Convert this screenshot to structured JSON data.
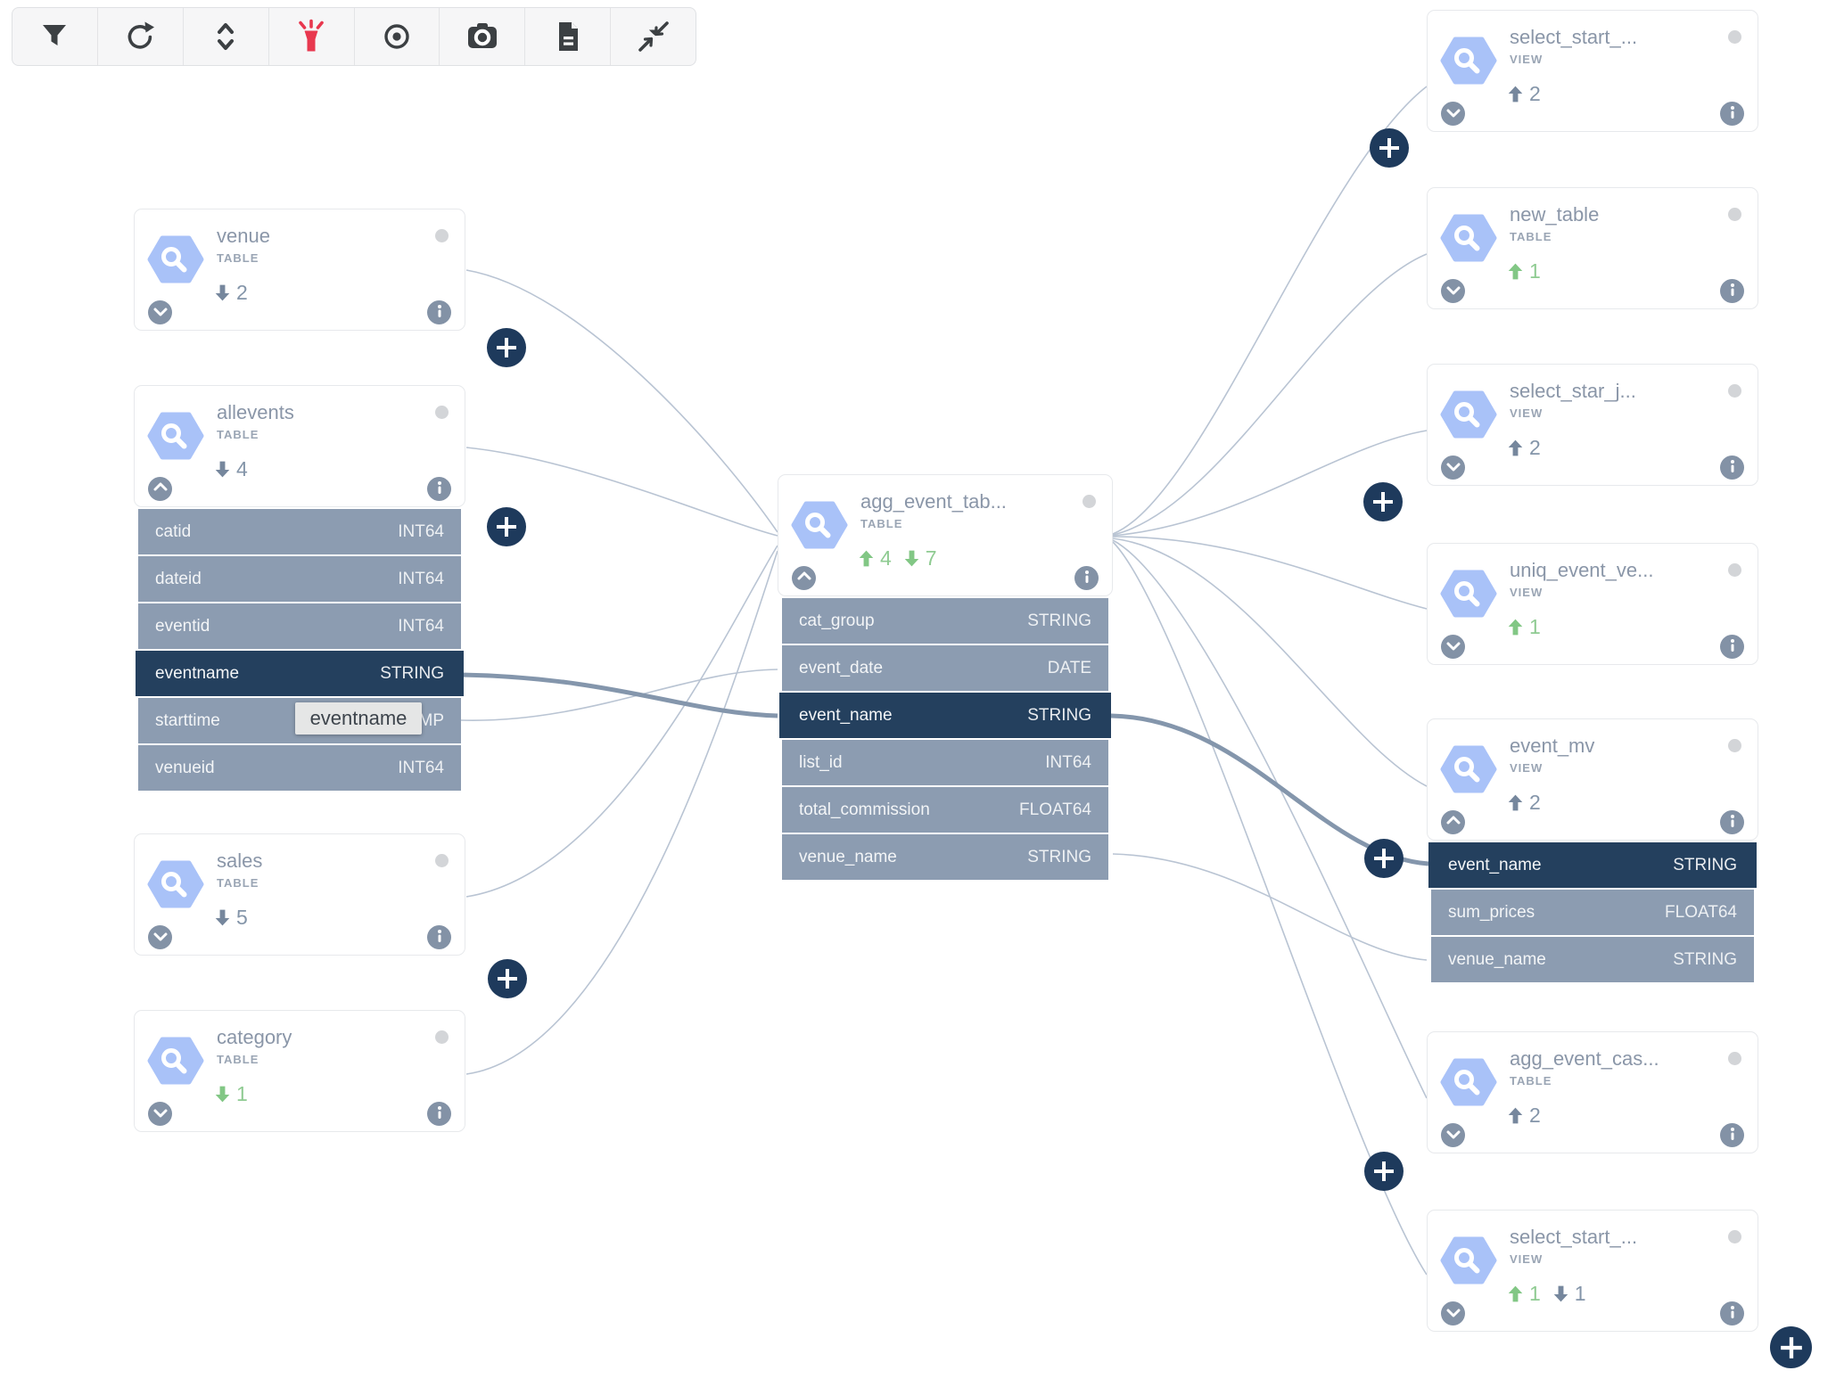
{
  "toolbar": {
    "buttons": [
      {
        "icon": "filter-icon"
      },
      {
        "icon": "refresh-icon"
      },
      {
        "icon": "expand-vertical-icon"
      },
      {
        "icon": "flashlight-icon",
        "active": true,
        "highlight_color": "#e8384f"
      },
      {
        "icon": "record-icon"
      },
      {
        "icon": "camera-icon"
      },
      {
        "icon": "document-icon"
      },
      {
        "icon": "collapse-inward-icon"
      }
    ]
  },
  "tooltip": {
    "text": "eventname"
  },
  "colors": {
    "edge": "#b9c4d3",
    "edge_highlight": "#8496ac",
    "row": "#8c9cb1",
    "row_selected": "#24405e",
    "plus_button": "#1e3a5c",
    "count_gray": "#76879d",
    "count_green": "#82c785",
    "node_icon": "#a9c2f8"
  },
  "nodes": [
    {
      "title": "venue",
      "type_label": "TABLE",
      "counts": [
        {
          "dir": "down",
          "value": "2",
          "color": "gray"
        }
      ]
    },
    {
      "title": "allevents",
      "type_label": "TABLE",
      "counts": [
        {
          "dir": "down",
          "value": "4",
          "color": "gray"
        }
      ],
      "columns": [
        {
          "name": "catid",
          "type": "INT64"
        },
        {
          "name": "dateid",
          "type": "INT64"
        },
        {
          "name": "eventid",
          "type": "INT64"
        },
        {
          "name": "eventname",
          "type": "STRING",
          "selected": true
        },
        {
          "name": "starttime",
          "type": "TIMESTAMP"
        },
        {
          "name": "venueid",
          "type": "INT64"
        }
      ]
    },
    {
      "title": "sales",
      "type_label": "TABLE",
      "counts": [
        {
          "dir": "down",
          "value": "5",
          "color": "gray"
        }
      ]
    },
    {
      "title": "category",
      "type_label": "TABLE",
      "counts": [
        {
          "dir": "down",
          "value": "1",
          "color": "green"
        }
      ]
    },
    {
      "title": "agg_event_tab...",
      "type_label": "TABLE",
      "counts": [
        {
          "dir": "up",
          "value": "4",
          "color": "green"
        },
        {
          "dir": "down",
          "value": "7",
          "color": "green"
        }
      ],
      "columns": [
        {
          "name": "cat_group",
          "type": "STRING"
        },
        {
          "name": "event_date",
          "type": "DATE"
        },
        {
          "name": "event_name",
          "type": "STRING",
          "selected": true
        },
        {
          "name": "list_id",
          "type": "INT64"
        },
        {
          "name": "total_commission",
          "type": "FLOAT64"
        },
        {
          "name": "venue_name",
          "type": "STRING"
        }
      ]
    },
    {
      "title": "select_start_...",
      "type_label": "VIEW",
      "counts": [
        {
          "dir": "up",
          "value": "2",
          "color": "gray"
        }
      ]
    },
    {
      "title": "new_table",
      "type_label": "TABLE",
      "counts": [
        {
          "dir": "up",
          "value": "1",
          "color": "green"
        }
      ]
    },
    {
      "title": "select_star_j...",
      "type_label": "VIEW",
      "counts": [
        {
          "dir": "up",
          "value": "2",
          "color": "gray"
        }
      ]
    },
    {
      "title": "uniq_event_ve...",
      "type_label": "VIEW",
      "counts": [
        {
          "dir": "up",
          "value": "1",
          "color": "green"
        }
      ]
    },
    {
      "title": "event_mv",
      "type_label": "VIEW",
      "counts": [
        {
          "dir": "up",
          "value": "2",
          "color": "gray"
        }
      ],
      "columns": [
        {
          "name": "event_name",
          "type": "STRING",
          "selected": true
        },
        {
          "name": "sum_prices",
          "type": "FLOAT64"
        },
        {
          "name": "venue_name",
          "type": "STRING"
        }
      ]
    },
    {
      "title": "agg_event_cas...",
      "type_label": "TABLE",
      "counts": [
        {
          "dir": "up",
          "value": "2",
          "color": "gray"
        }
      ]
    },
    {
      "title": "select_start_...",
      "type_label": "VIEW",
      "counts": [
        {
          "dir": "up",
          "value": "1",
          "color": "green"
        },
        {
          "dir": "down",
          "value": "1",
          "color": "gray"
        }
      ]
    }
  ]
}
